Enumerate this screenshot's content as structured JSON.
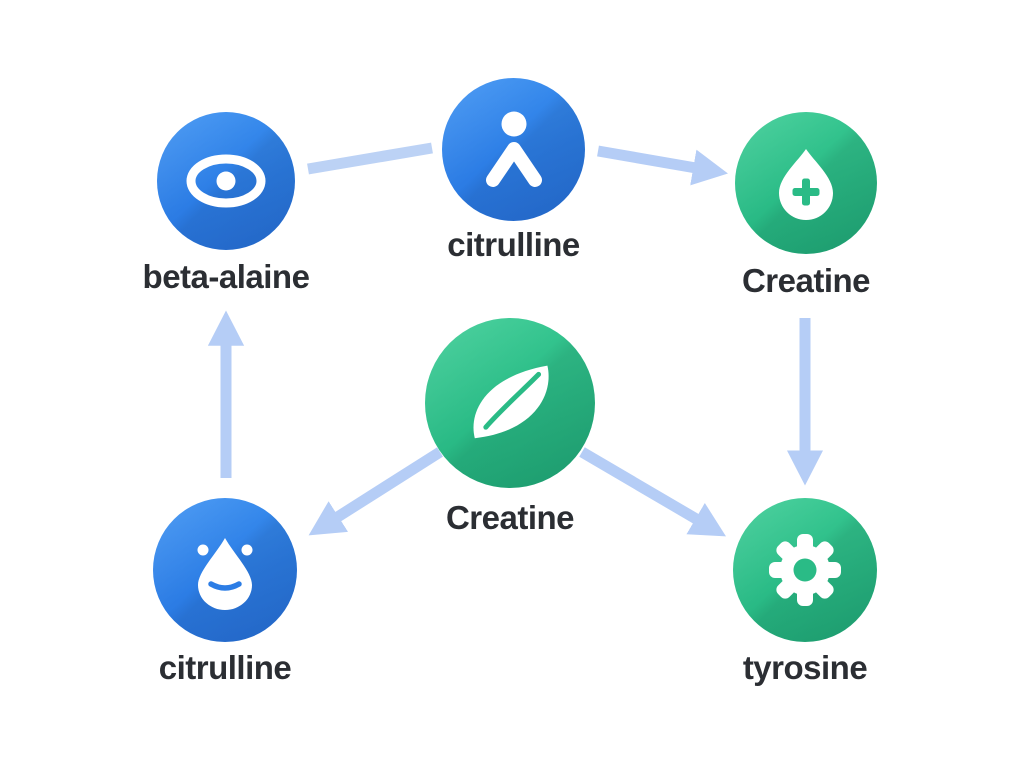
{
  "diagram": {
    "background": "#ffffff",
    "nodes": [
      {
        "id": "beta-alaine-top-left",
        "label": "beta-alaine",
        "icon": "eye-icon",
        "circle_color": "#2C7DE5"
      },
      {
        "id": "citrulline-top-center",
        "label": "citrulline",
        "icon": "person-icon",
        "circle_color": "#2C7DE5"
      },
      {
        "id": "creatine-top-right",
        "label": "Creatine",
        "icon": "drop-plus-icon",
        "circle_color": "#2ABB86"
      },
      {
        "id": "creatine-center",
        "label": "Creatine",
        "icon": "leaf-icon",
        "circle_color": "#2ABB86"
      },
      {
        "id": "citrulline-bottom-left",
        "label": "citrulline",
        "icon": "drop-face-icon",
        "circle_color": "#2C7DE5"
      },
      {
        "id": "tyrosine-bottom-right",
        "label": "tyrosine",
        "icon": "gear-icon",
        "circle_color": "#2ABB86"
      }
    ],
    "edges": [
      {
        "from": "beta-alaine-top-left",
        "to": "citrulline-top-center",
        "style": "line-no-arrowhead"
      },
      {
        "from": "citrulline-top-center",
        "to": "creatine-top-right",
        "style": "arrow-right"
      },
      {
        "from": "creatine-top-right",
        "to": "tyrosine-bottom-right",
        "style": "arrow-down"
      },
      {
        "from": "citrulline-bottom-left",
        "to": "beta-alaine-top-left",
        "style": "arrow-up"
      },
      {
        "from": "creatine-center",
        "to": "citrulline-bottom-left",
        "style": "arrow-down-left"
      },
      {
        "from": "creatine-center",
        "to": "tyrosine-bottom-right",
        "style": "arrow-down-right"
      }
    ],
    "colors": {
      "node_blue": "#2C7DE5",
      "node_green": "#2ABB86",
      "arrow": "#B5CDF6",
      "label_text": "#2B2E33"
    }
  }
}
